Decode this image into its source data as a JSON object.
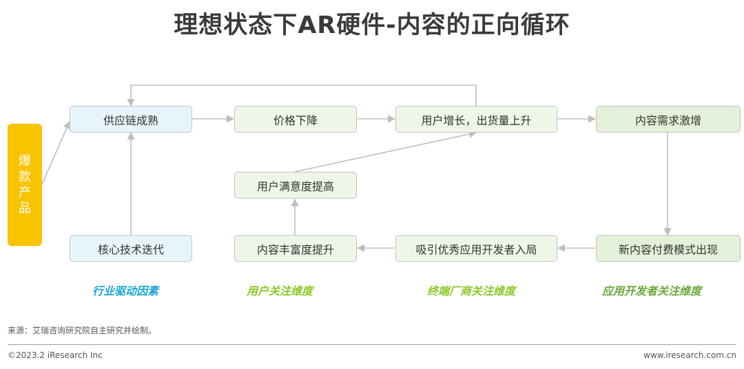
{
  "title": "理想状态下AR硬件-内容的正向循环",
  "start": {
    "chars": [
      "爆",
      "款",
      "产",
      "品"
    ]
  },
  "nodes": {
    "supply": "供应链成熟",
    "price": "价格下降",
    "growth": "用户增长，出货量上升",
    "demand": "内容需求激增",
    "tech": "核心技术迭代",
    "satisfaction": "用户满意度提高",
    "richness": "内容丰富度提升",
    "attract": "吸引优秀应用开发者入局",
    "payment": "新内容付费模式出现"
  },
  "categories": {
    "industry": "行业驱动因素",
    "user": "用户关注维度",
    "terminal": "终端厂商关注维度",
    "developer": "应用开发者关注维度"
  },
  "colors": {
    "industry": "#1aa6d8",
    "user": "#8ac926",
    "terminal": "#8ac926",
    "developer": "#6aa83a",
    "start": "#f7c400"
  },
  "source": "来源：艾瑞咨询研究院自主研究并绘制。",
  "footer": {
    "copyright": "©2023.2 iResearch Inc",
    "site": "www.iresearch.com.cn"
  }
}
